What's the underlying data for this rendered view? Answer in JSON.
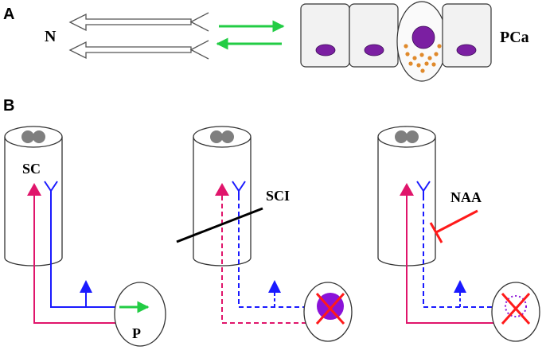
{
  "panel_a": {
    "label": "A",
    "nerve_label": "N",
    "tissue_label": "PCa"
  },
  "panel_b": {
    "label": "B",
    "scenarios": [
      {
        "cord_label": "SC",
        "organ_label": "P"
      },
      {
        "lesion_label": "SCI"
      },
      {
        "drug_label": "NAA"
      }
    ]
  },
  "colors": {
    "nucleus": "#7b1fa2",
    "granules": "#e08a2c",
    "signal_arrow": "#22cc44",
    "sympathetic": "#e0156b",
    "parasympathetic": "#1a1aff",
    "block": "#ff1a1a",
    "cord_matter": "#7f7f7f"
  }
}
